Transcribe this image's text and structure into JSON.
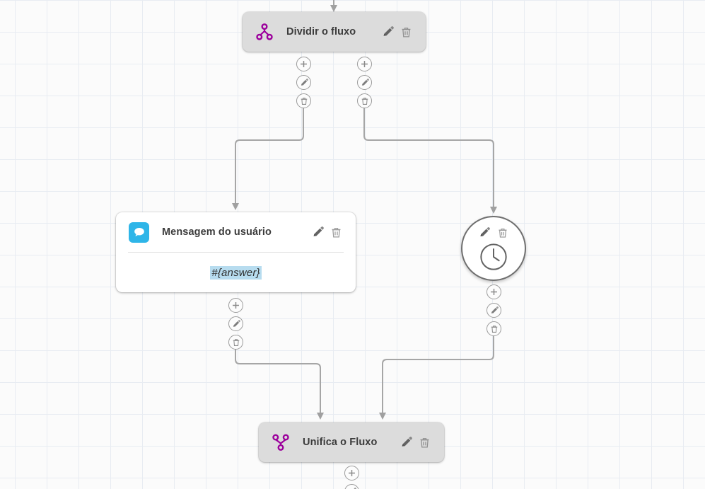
{
  "canvas": {
    "background_color": "#fbfbfb",
    "grid_color": "#e8ecf2",
    "grid_size": 45
  },
  "palette": {
    "purple": "#9c009c",
    "chat_blue": "#2eb5e8",
    "edge_gray": "#9d9d9d",
    "card_gray": "#dcdcdc",
    "highlight_blue": "#b7dcef"
  },
  "nodes": [
    {
      "id": "split",
      "type": "flow-split",
      "title": "Dividir o fluxo",
      "icon": "split-flow-icon",
      "edit_label": "Editar",
      "delete_label": "Excluir"
    },
    {
      "id": "user-message",
      "type": "user-message",
      "title": "Mensagem do usuário",
      "icon": "chat-bubble-icon",
      "body_value": "#{answer}",
      "edit_label": "Editar",
      "delete_label": "Excluir"
    },
    {
      "id": "timer",
      "type": "timer",
      "title": "",
      "icon": "clock-icon",
      "edit_label": "Editar",
      "delete_label": "Excluir"
    },
    {
      "id": "merge",
      "type": "flow-merge",
      "title": "Unifica o Fluxo",
      "icon": "merge-flow-icon",
      "edit_label": "Editar",
      "delete_label": "Excluir"
    }
  ],
  "handles": {
    "add_label": "Adicionar",
    "edit_label": "Editar",
    "delete_label": "Excluir"
  },
  "handle_stacks": [
    {
      "id": "split-out-left",
      "buttons": [
        "add-icon",
        "edit-icon",
        "delete-icon"
      ]
    },
    {
      "id": "split-out-right",
      "buttons": [
        "add-icon",
        "edit-icon",
        "delete-icon"
      ]
    },
    {
      "id": "message-out",
      "buttons": [
        "add-icon",
        "edit-icon",
        "delete-icon"
      ]
    },
    {
      "id": "timer-out",
      "buttons": [
        "add-icon",
        "edit-icon",
        "delete-icon"
      ]
    },
    {
      "id": "merge-out",
      "buttons": [
        "add-icon",
        "edit-icon"
      ]
    }
  ]
}
